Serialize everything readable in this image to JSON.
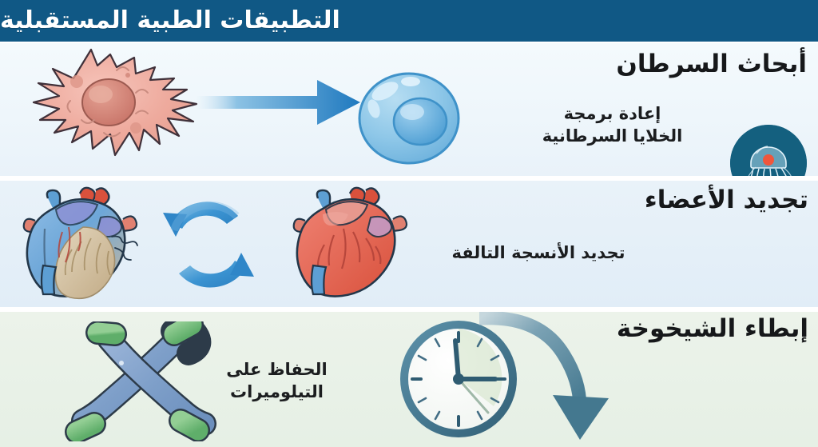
{
  "header": {
    "title": "التطبيقات الطبية المستقبلية",
    "bg_color": "#105885",
    "text_color": "#ffffff"
  },
  "rows": [
    {
      "id": "cancer-research",
      "title": "أبحاث السرطان",
      "subtitle_line1": "إعادة برمجة",
      "subtitle_line2": "الخلايا السرطانية",
      "bg_color": "#eef6fb",
      "badge_icon": "jellyfish-icon",
      "badge_bg": "#14607f",
      "illustrations": [
        {
          "name": "cancer-cell-illustration",
          "color": "#eaa79c"
        },
        {
          "name": "transformation-arrow-icon",
          "color": "#2e86c8"
        },
        {
          "name": "healthy-cell-illustration",
          "color": "#74b9e0"
        }
      ]
    },
    {
      "id": "organ-regeneration",
      "title": "تجديد الأعضاء",
      "subtitle_line1": "تجديد الأنسجة التالفة",
      "subtitle_line2": "",
      "bg_color": "#e4eff8",
      "illustrations": [
        {
          "name": "damaged-heart-illustration",
          "color": "#6f9fd0"
        },
        {
          "name": "regeneration-cycle-arrows-icon",
          "color": "#3b92d1"
        },
        {
          "name": "healthy-heart-illustration",
          "color": "#e0563f"
        }
      ]
    },
    {
      "id": "slowing-aging",
      "title": "إبطاء الشيخوخة",
      "subtitle_line1": "الحفاظ على",
      "subtitle_line2": "التيلوميرات",
      "bg_color": "#e8f1e7",
      "illustrations": [
        {
          "name": "chromosome-telomere-illustration",
          "color": "#7b9ec9"
        },
        {
          "name": "clock-illustration",
          "color": "#3e7d96"
        },
        {
          "name": "slowdown-curved-arrow-icon",
          "color": "#4a7f98"
        }
      ]
    }
  ],
  "palette": {
    "header_blue": "#105885",
    "accent_blue": "#2e86c8",
    "cancer_pink": "#eaa79c",
    "healthy_blue": "#74b9e0",
    "heart_red": "#e0563f",
    "telomere_green": "#74b97a",
    "clock_steel": "#3e7d96"
  }
}
